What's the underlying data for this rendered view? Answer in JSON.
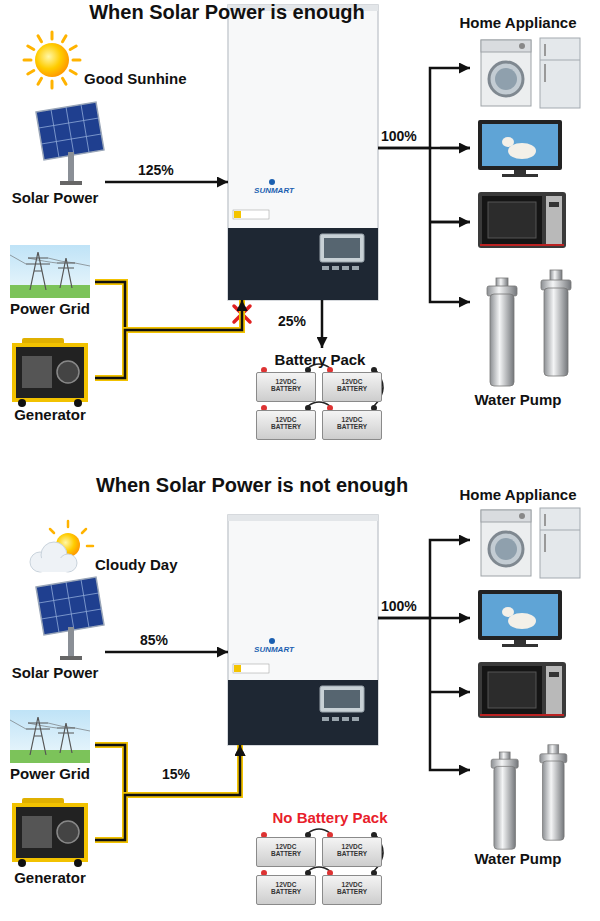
{
  "diagram": {
    "nodes": [
      {
        "text": [
          "Solar Power"
        ]
      },
      {
        "text": [
          "Power Grid"
        ]
      },
      {
        "text": [
          "Generator"
        ]
      },
      {
        "text": [
          "SUNMART"
        ]
      },
      {
        "text": [
          "Battery Pack"
        ]
      },
      {
        "text": [
          "12VDC BATTERY"
        ],
        "in": 4
      },
      {
        "text": [
          "12VDC BATTERY"
        ],
        "in": 4
      },
      {
        "text": [
          "12VDC BATTERY"
        ],
        "in": 4
      },
      {
        "text": [
          "12VDC BATTERY"
        ],
        "in": 4
      },
      {
        "text": [
          "Home Appliance"
        ]
      },
      {
        "text": [
          "Water Pump"
        ]
      },
      {
        "text": [
          "Solar Power"
        ]
      },
      {
        "text": [
          "Power Grid"
        ]
      },
      {
        "text": [
          "Generator"
        ]
      },
      {
        "text": [
          "SUNMART"
        ]
      },
      {
        "text": [
          "No Battery Pack"
        ]
      },
      {
        "text": [
          "12VDC BATTERY"
        ],
        "in": 15
      },
      {
        "text": [
          "12VDC BATTERY"
        ],
        "in": 15
      },
      {
        "text": [
          "12VDC BATTERY"
        ],
        "in": 15
      },
      {
        "text": [
          "12VDC BATTERY"
        ],
        "in": 15
      },
      {
        "text": [
          "Home Appliance"
        ]
      },
      {
        "text": [
          "Water Pump"
        ]
      }
    ],
    "edges": [
      {
        "from": 0,
        "to": 3,
        "label": "125%",
        "arrow": "to"
      },
      {
        "from": 1,
        "to": 3,
        "arrow": "to"
      },
      {
        "from": 2,
        "to": 3,
        "arrow": "to"
      },
      {
        "from": 3,
        "to": 4,
        "label": "25%",
        "arrow": "to"
      },
      {
        "from": 3,
        "to": 9,
        "arrow": "to"
      },
      {
        "from": 3,
        "to": 10,
        "arrow": "to"
      },
      {
        "from": 11,
        "to": 14,
        "label": "85%",
        "arrow": "to"
      },
      {
        "from": 12,
        "to": 14,
        "arrow": "to"
      },
      {
        "from": 13,
        "to": 14,
        "arrow": "to"
      },
      {
        "from": 14,
        "to": 20,
        "arrow": "to"
      },
      {
        "from": 14,
        "to": 21,
        "arrow": "to"
      }
    ],
    "labels": [
      "When Solar Power is enough",
      "Good Sunhine",
      "100%",
      "When Solar Power is not enough",
      "Cloudy Day",
      "15%",
      "100%"
    ]
  }
}
